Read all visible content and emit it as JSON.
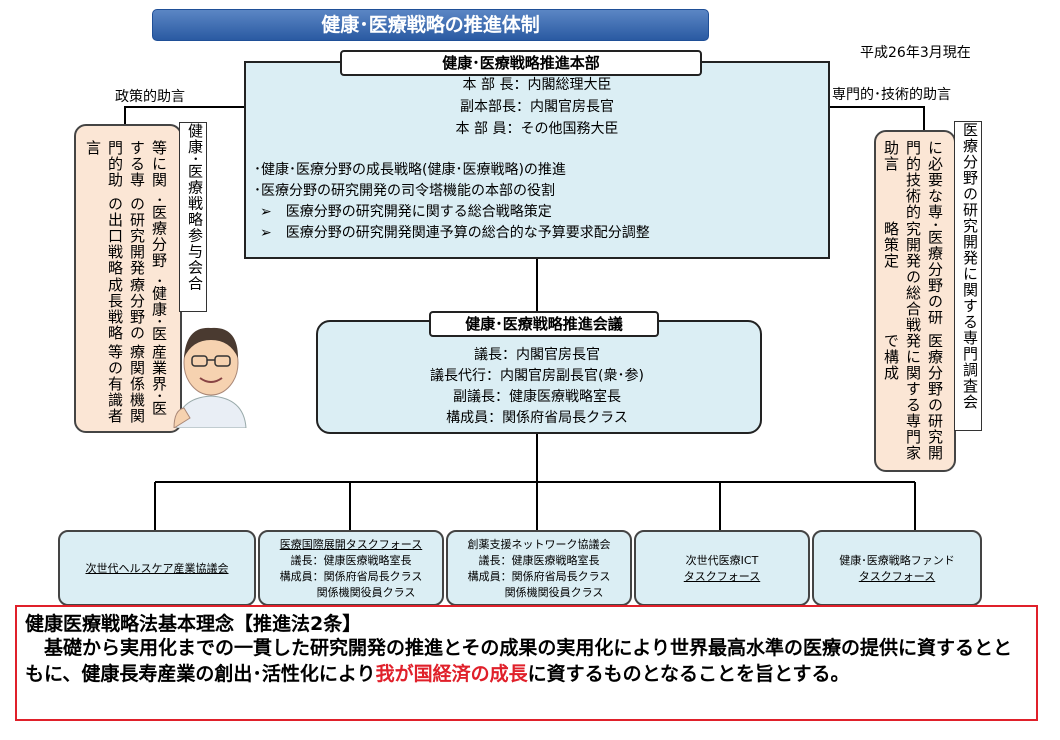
{
  "title": "健康･医療戦略の推進体制",
  "date": "平成26年3月現在",
  "left_advice_label": "政策的助言",
  "right_advice_label": "専門的･技術的助言",
  "hq": {
    "label": "健康･医療戦略推進本部",
    "members": [
      "本 部 長：内閣総理大臣",
      "副本部長：内閣官房長官",
      "本 部 員：その他国務大臣"
    ],
    "bullets": [
      "･健康･医療分野の成長戦略(健康･医療戦略)の推進",
      "･医療分野の研究開発の司令塔機能の本部の役割",
      "➢　医療分野の研究開発に関する総合戦略策定",
      "➢　医療分野の研究開発関連予算の総合的な予算要求配分調整"
    ]
  },
  "left_council": {
    "label": "健康･医療戦略参与会合",
    "lines": [
      "産業界･医療関係機関等の有識者",
      "･健康･医療分野の成長戦略",
      "･医療分野の研究開発の出口戦略",
      "等に関する専門的助言"
    ]
  },
  "right_council": {
    "label": "医療分野の研究開発に関する専門調査会",
    "lines": [
      "医療分野の研究開発に関する専門家で構成",
      "･医療分野の研究開発の総合戦略策定",
      "に必要な専門的技術的助言"
    ]
  },
  "conference": {
    "label": "健康･医療戦略推進会議",
    "lines": [
      "議長：内閣官房長官",
      "議長代行：内閣官房副長官(衆･参)",
      "副議長：健康医療戦略室長",
      "構成員：関係府省局長クラス"
    ]
  },
  "subgroups": [
    {
      "lines": [
        "次世代ヘルスケア産業協議会"
      ]
    },
    {
      "lines": [
        "医療国際展開タスクフォース",
        "議長：健康医療戦略室長",
        "構成員：関係府省局長クラス",
        "関係機関役員クラス"
      ]
    },
    {
      "lines": [
        "創薬支援ネットワーク協議会",
        "議長：健康医療戦略室長",
        "構成員：関係府省局長クラス",
        "関係機関役員クラス"
      ]
    },
    {
      "lines": [
        "次世代医療ICT",
        "タスクフォース"
      ]
    },
    {
      "lines": [
        "健康･医療戦略ファンド",
        "タスクフォース"
      ]
    }
  ],
  "law": {
    "title": "健康医療戦略法基本理念【推進法2条】",
    "body_before": "　基礎から実用化までの一貫した研究開発の推進とその成果の実用化により世界最高水準の医療の提供に資するとともに、健康長寿産業の創出･活性化により",
    "body_red": "我が国経済の成長",
    "body_after": "に資するものとなることを旨とする。"
  },
  "colors": {
    "title_bar": "#3a6cb4",
    "box_fill": "#dbeef4",
    "orange_fill": "#fbe6d5",
    "law_border": "#e0202a"
  }
}
